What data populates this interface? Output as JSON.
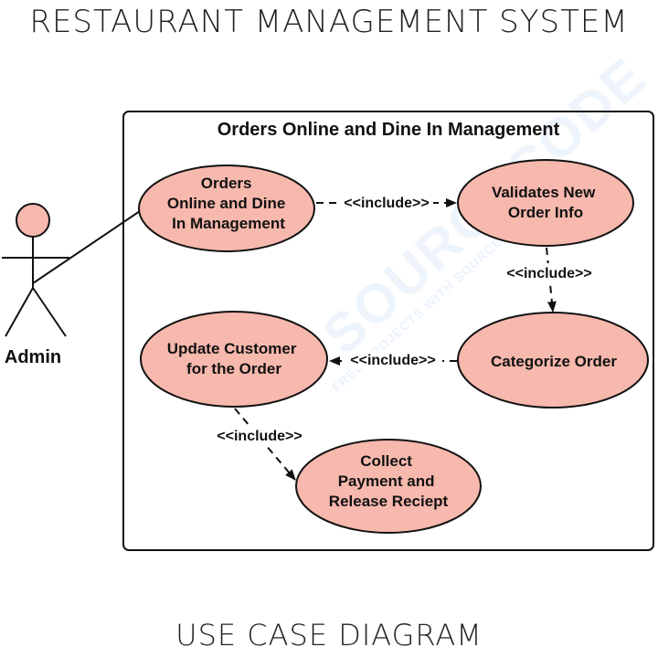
{
  "header": {
    "title": "RESTAURANT MANAGEMENT SYSTEM"
  },
  "footer": {
    "subtitle": "USE CASE DIAGRAM"
  },
  "system": {
    "title": "Orders Online and Dine In Management"
  },
  "actor": {
    "name": "Admin"
  },
  "use_cases": {
    "orders": [
      "Orders",
      "Online and Dine",
      "In Management"
    ],
    "validate": [
      "Validates New",
      "Order Info"
    ],
    "categorize": [
      "Categorize Order"
    ],
    "update": [
      "Update Customer",
      "for the Order"
    ],
    "collect": [
      "Collect",
      "Payment and",
      "Release Reciept"
    ]
  },
  "relations": {
    "orders_to_validate": "<<include>>",
    "validate_to_categorize": "<<include>>",
    "categorize_to_update": "<<include>>",
    "update_to_collect": "<<include>>"
  },
  "watermark": {
    "text": "SOURCECODE",
    "sub": "FREE PROJECTS WITH SOURCE CODE"
  },
  "colors": {
    "usecase_fill": "#f7b8ad",
    "stroke": "#111111",
    "actor_head": "#f7b8ad",
    "watermark": "#5a96e6"
  }
}
